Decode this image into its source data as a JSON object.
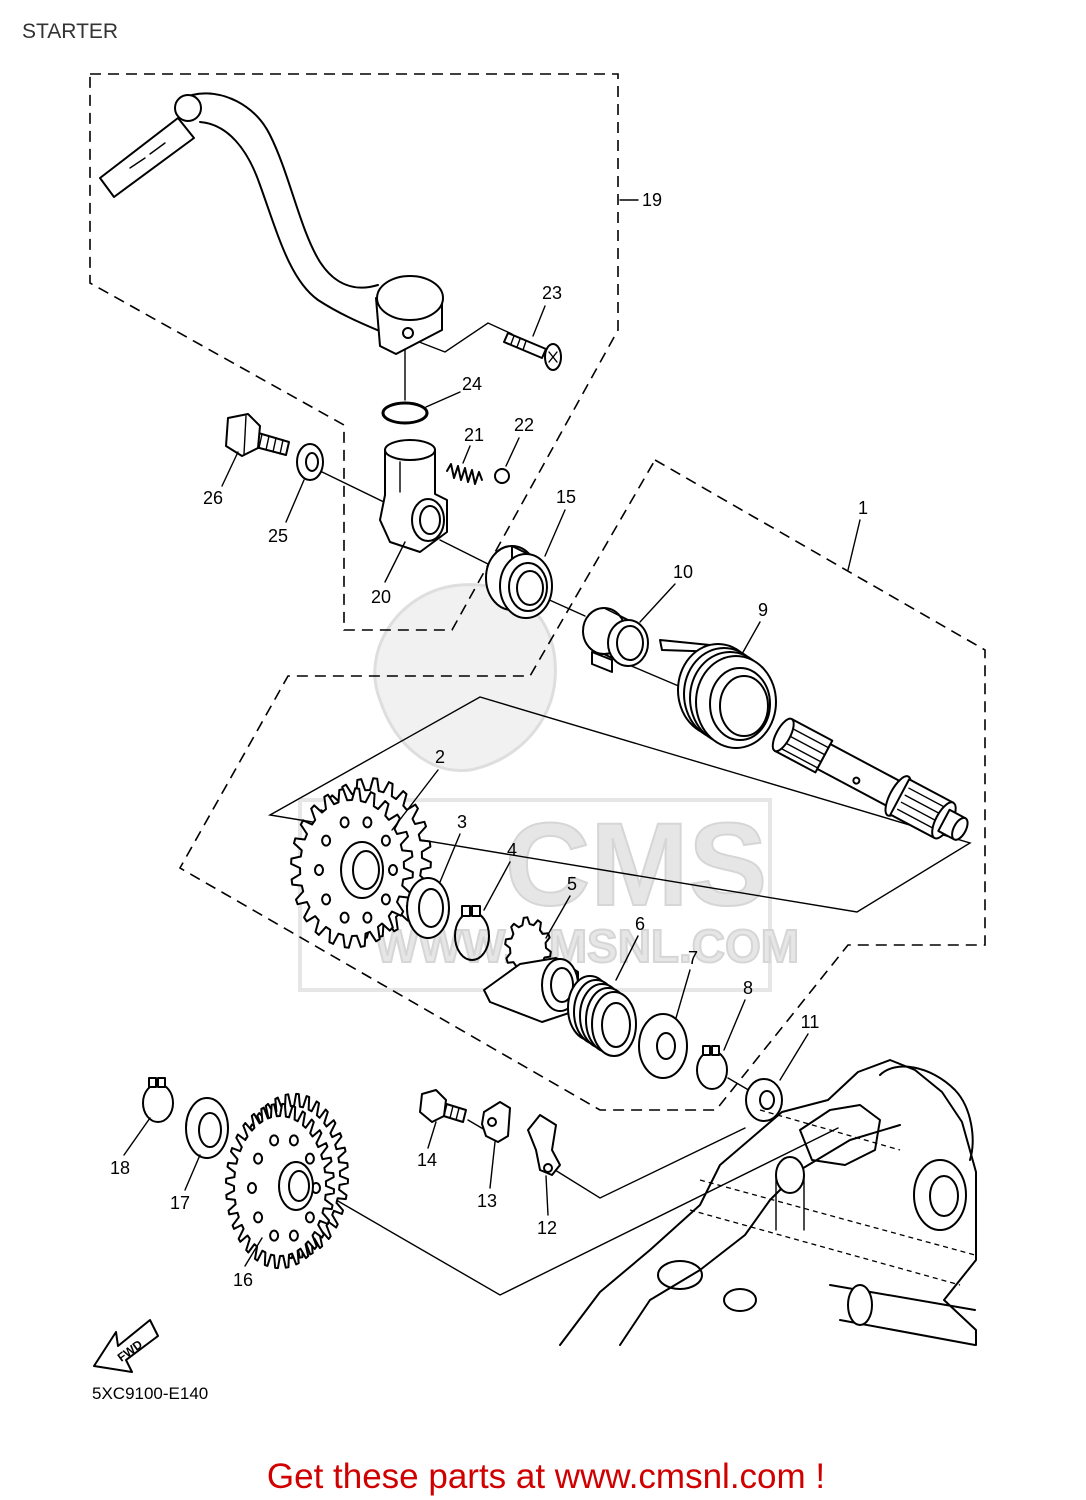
{
  "title": "STARTER",
  "callouts": {
    "p1": "1",
    "p2": "2",
    "p3": "3",
    "p4": "4",
    "p5": "5",
    "p6": "6",
    "p7": "7",
    "p8": "8",
    "p9": "9",
    "p10": "10",
    "p11": "11",
    "p12": "12",
    "p13": "13",
    "p14": "14",
    "p15": "15",
    "p16": "16",
    "p17": "17",
    "p18": "18",
    "p19": "19",
    "p20": "20",
    "p21": "21",
    "p22": "22",
    "p23": "23",
    "p24": "24",
    "p25": "25",
    "p26": "26"
  },
  "diagram_code": "5XC9100-E140",
  "fwd_label": "FWD",
  "watermark": {
    "brand": "CMS",
    "url": "WWW.CMSNL.COM"
  },
  "footer_link": "Get these parts at www.cmsnl.com !",
  "colors": {
    "ink": "#000000",
    "footer": "#d00000",
    "watermark": "#e6e6e6"
  }
}
